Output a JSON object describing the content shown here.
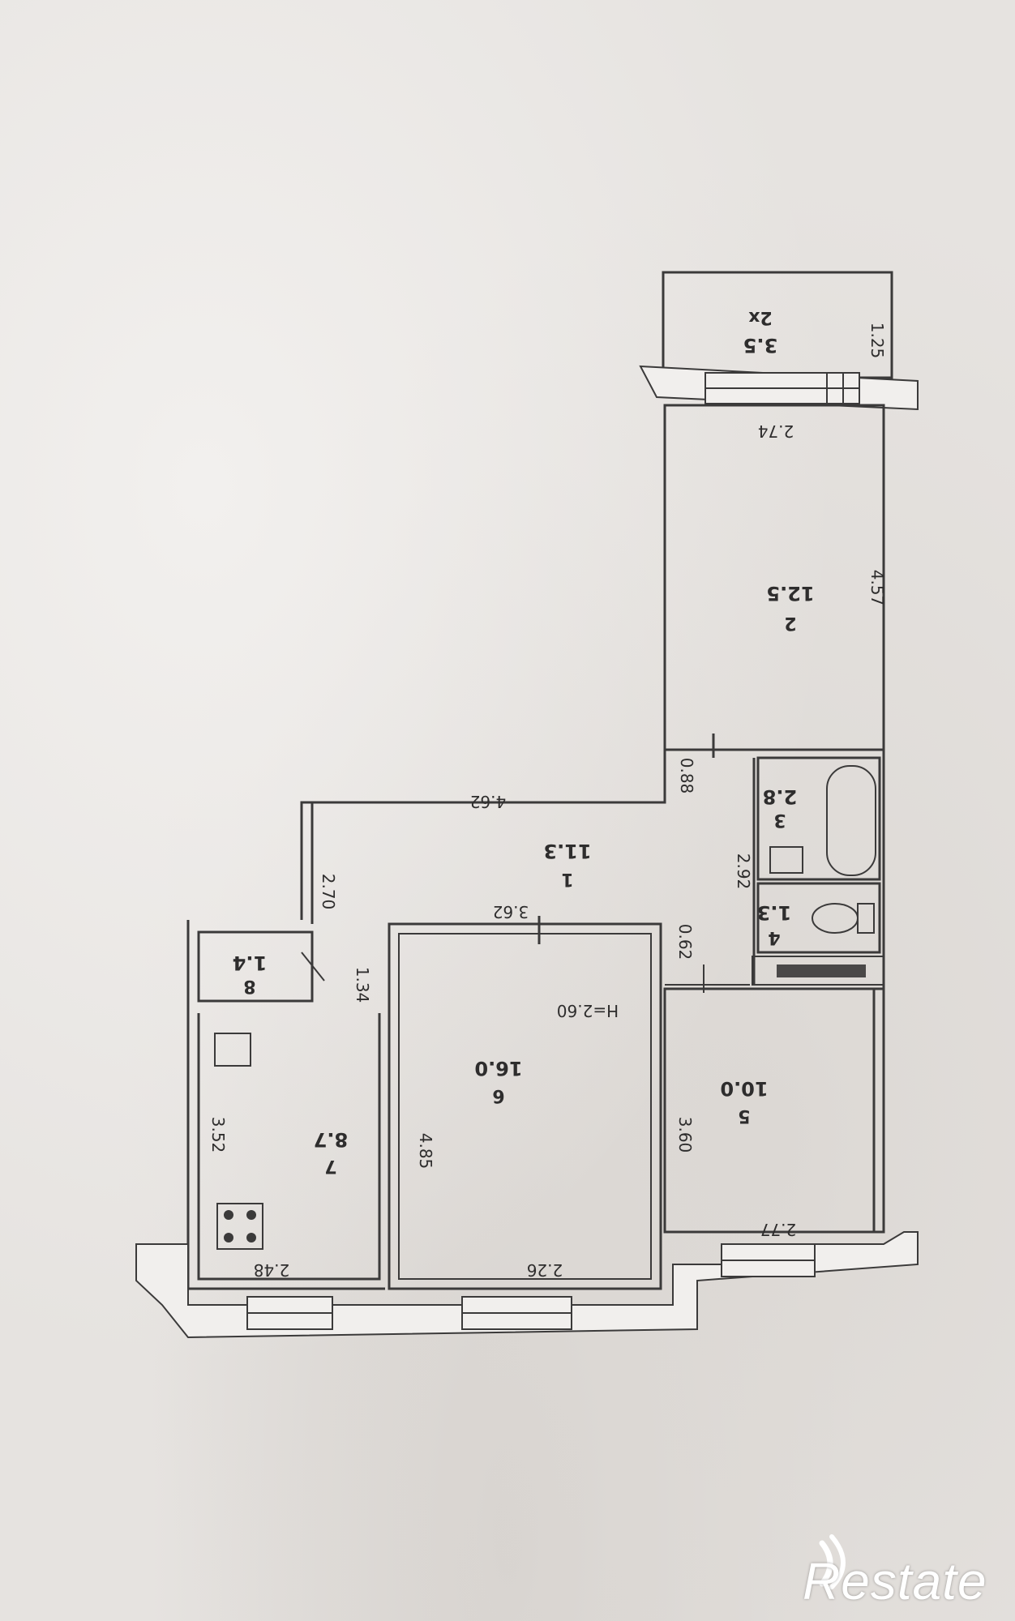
{
  "rooms": {
    "balcony": {
      "number": "2x",
      "area": "3.5"
    },
    "room2": {
      "number": "2",
      "area": "12.5"
    },
    "hall1": {
      "number": "1",
      "area": "11.3"
    },
    "bath3": {
      "number": "3",
      "area": "2.8"
    },
    "wc4": {
      "number": "4",
      "area": "1.3"
    },
    "closet8": {
      "number": "8",
      "area": "1.4"
    },
    "room6": {
      "number": "6",
      "area": "16.0"
    },
    "room5": {
      "number": "5",
      "area": "10.0"
    },
    "kitchen7": {
      "number": "7",
      "area": "8.7"
    }
  },
  "dimensions": {
    "d_1_25": "1.25",
    "d_2_74": "2.74",
    "d_4_57": "4.57",
    "d_0_88": "0.88",
    "d_4_62": "4.62",
    "d_2_92": "2.92",
    "d_2_70": "2.70",
    "d_3_62": "3.62",
    "d_0_62": "0.62",
    "d_1_34": "1.34",
    "d_4_85": "4.85",
    "d_3_60": "3.60",
    "d_3_52": "3.52",
    "d_2_77": "2.77",
    "d_2_26": "2.26",
    "d_2_48": "2.48",
    "ceiling": "H=2.60"
  },
  "brand": {
    "name": "Restate"
  }
}
